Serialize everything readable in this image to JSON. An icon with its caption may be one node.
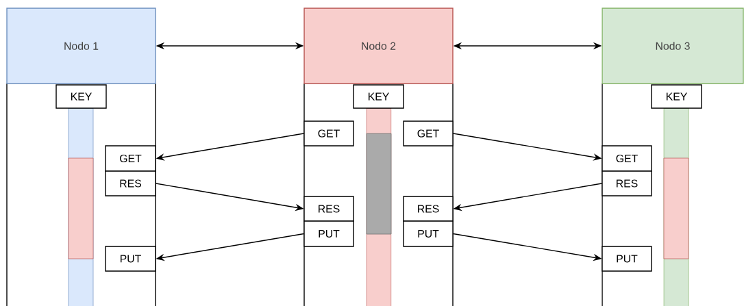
{
  "diagram": {
    "nodes": [
      {
        "text": [
          "Nodo 1"
        ]
      },
      {
        "text": [
          "Nodo 2"
        ]
      },
      {
        "text": [
          "Nodo 3"
        ]
      },
      {
        "text": [
          "KEY"
        ]
      },
      {
        "text": [
          "KEY"
        ]
      },
      {
        "text": [
          "KEY"
        ]
      },
      {
        "text": [
          "GET"
        ]
      },
      {
        "text": [
          "GET"
        ]
      },
      {
        "text": [
          "GET"
        ]
      },
      {
        "text": [
          "GET"
        ]
      },
      {
        "text": [
          "RES"
        ]
      },
      {
        "text": [
          "RES"
        ]
      },
      {
        "text": [
          "RES"
        ]
      },
      {
        "text": [
          "RES"
        ]
      },
      {
        "text": [
          "PUT"
        ]
      },
      {
        "text": [
          "PUT"
        ]
      },
      {
        "text": [
          "PUT"
        ]
      },
      {
        "text": [
          "PUT"
        ]
      }
    ],
    "edges": [
      {
        "from": 0,
        "to": 1,
        "arrow": "both"
      },
      {
        "from": 1,
        "to": 2,
        "arrow": "both"
      },
      {
        "from": 6,
        "to": 8,
        "arrow": "to"
      },
      {
        "from": 7,
        "to": 9,
        "arrow": "to"
      },
      {
        "from": 10,
        "to": 12,
        "arrow": "to"
      },
      {
        "from": 11,
        "to": 13,
        "arrow": "to"
      },
      {
        "from": 14,
        "to": 16,
        "arrow": "to"
      },
      {
        "from": 15,
        "to": 17,
        "arrow": "to"
      }
    ]
  }
}
